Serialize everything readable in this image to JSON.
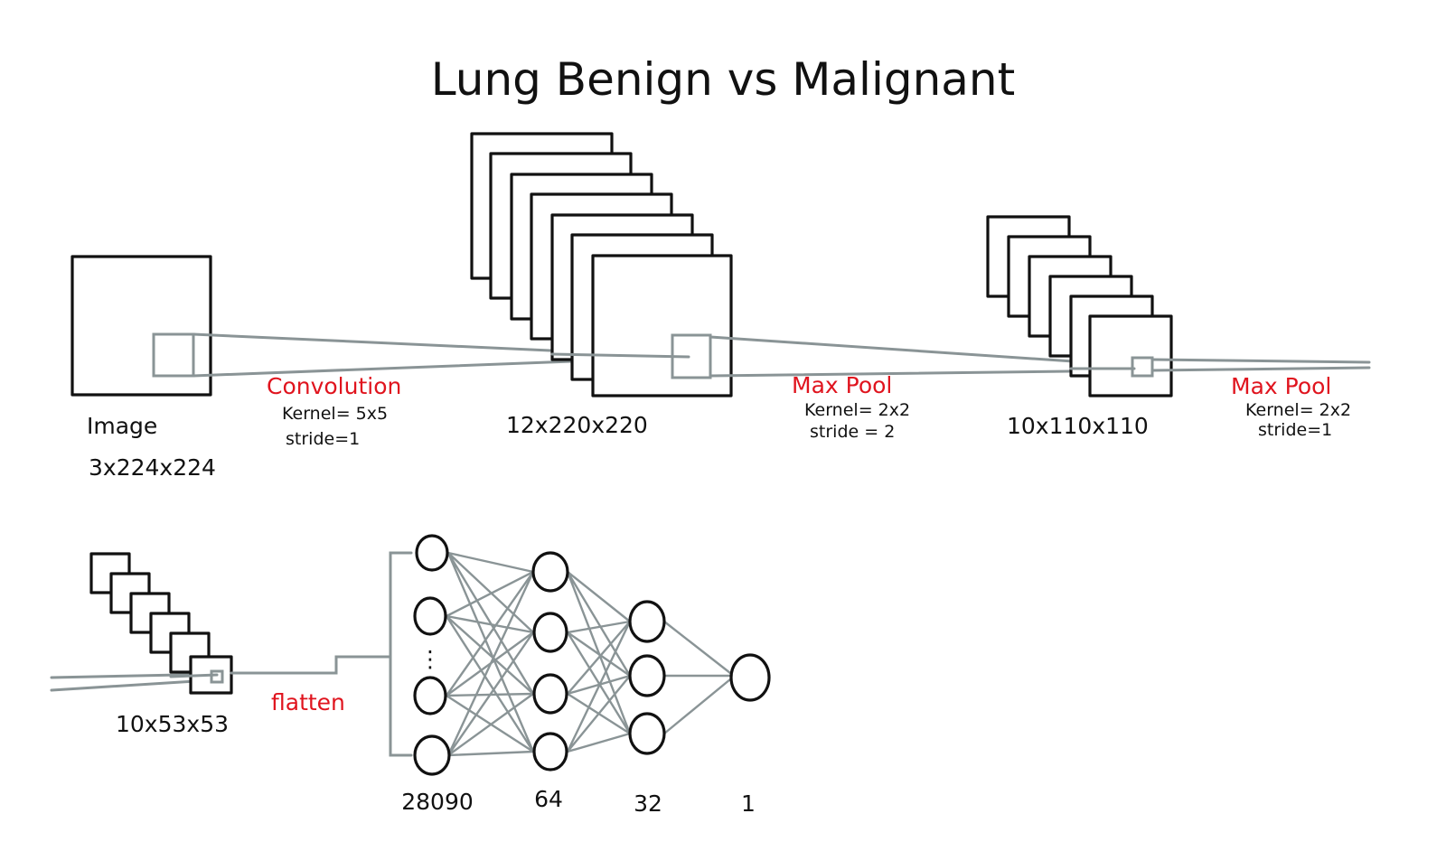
{
  "title": "Lung Benign vs Malignant",
  "colors": {
    "ink": "#111111",
    "operation": "#e0141e",
    "connector": "#8a9496",
    "background": "#ffffff"
  },
  "stages": {
    "input": {
      "name": "Image",
      "shape": "3x224x224"
    },
    "conv_out": {
      "shape": "12x220x220"
    },
    "pool1_out": {
      "shape": "10x110x110"
    },
    "pool2_out": {
      "shape": "10x53x53"
    }
  },
  "operations": {
    "convolution": {
      "name": "Convolution",
      "kernel": "Kernel= 5x5",
      "stride": "stride=1"
    },
    "maxpool1": {
      "name": "Max Pool",
      "kernel": "Kernel= 2x2",
      "stride": "stride = 2"
    },
    "maxpool2": {
      "name": "Max Pool",
      "kernel": "Kernel= 2x2",
      "stride": "stride=1"
    },
    "flatten": {
      "name": "flatten"
    }
  },
  "dense_layers": [
    {
      "units": "28090"
    },
    {
      "units": "64"
    },
    {
      "units": "32"
    },
    {
      "units": "1"
    }
  ],
  "ellipsis": "⋮"
}
